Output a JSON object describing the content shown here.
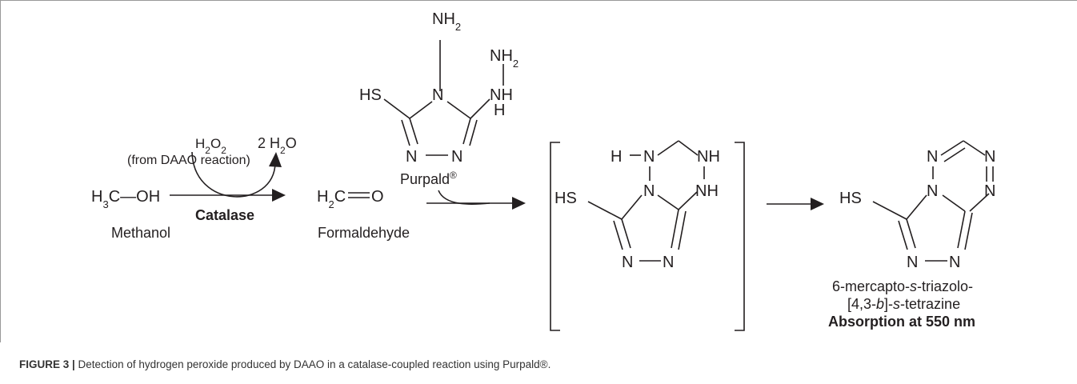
{
  "figure": {
    "caption_label": "FIGURE 3 |",
    "caption_text": " Detection of hydrogen peroxide produced by DAAO in a catalase-coupled reaction using Purpald®."
  },
  "reaction": {
    "methanol_label": "Methanol",
    "methanol_h": "H",
    "methanol_sub": "3",
    "methanol_rest": "C—OH",
    "h2o2_h": "H",
    "h2o2_sub1": "2",
    "h2o2_o": "O",
    "h2o2_sub2": "2",
    "h2o2_source": "(from DAAO reaction)",
    "water_coef": "2 H",
    "water_sub": "2",
    "water_o": "O",
    "catalase": "Catalase",
    "formaldehyde_label": "Formaldehyde",
    "formaldehyde_h": "H",
    "formaldehyde_sub": "2",
    "formaldehyde_c": "C",
    "formaldehyde_o": "O",
    "purpald_label": "Purpald",
    "purpald_reg": "®",
    "product_line1_a": "6-mercapto-",
    "product_line1_b": "s",
    "product_line1_c": "-triazolo-",
    "product_line2_a": "[4,3-",
    "product_line2_b": "b",
    "product_line2_c": "]-",
    "product_line2_d": "s",
    "product_line2_e": "-tetrazine",
    "absorption": "Absorption at 550 nm"
  },
  "atoms": {
    "N": "N",
    "H": "H",
    "NH": "NH",
    "NH2_n": "NH",
    "NH2_sub": "2",
    "HS": "HS"
  }
}
